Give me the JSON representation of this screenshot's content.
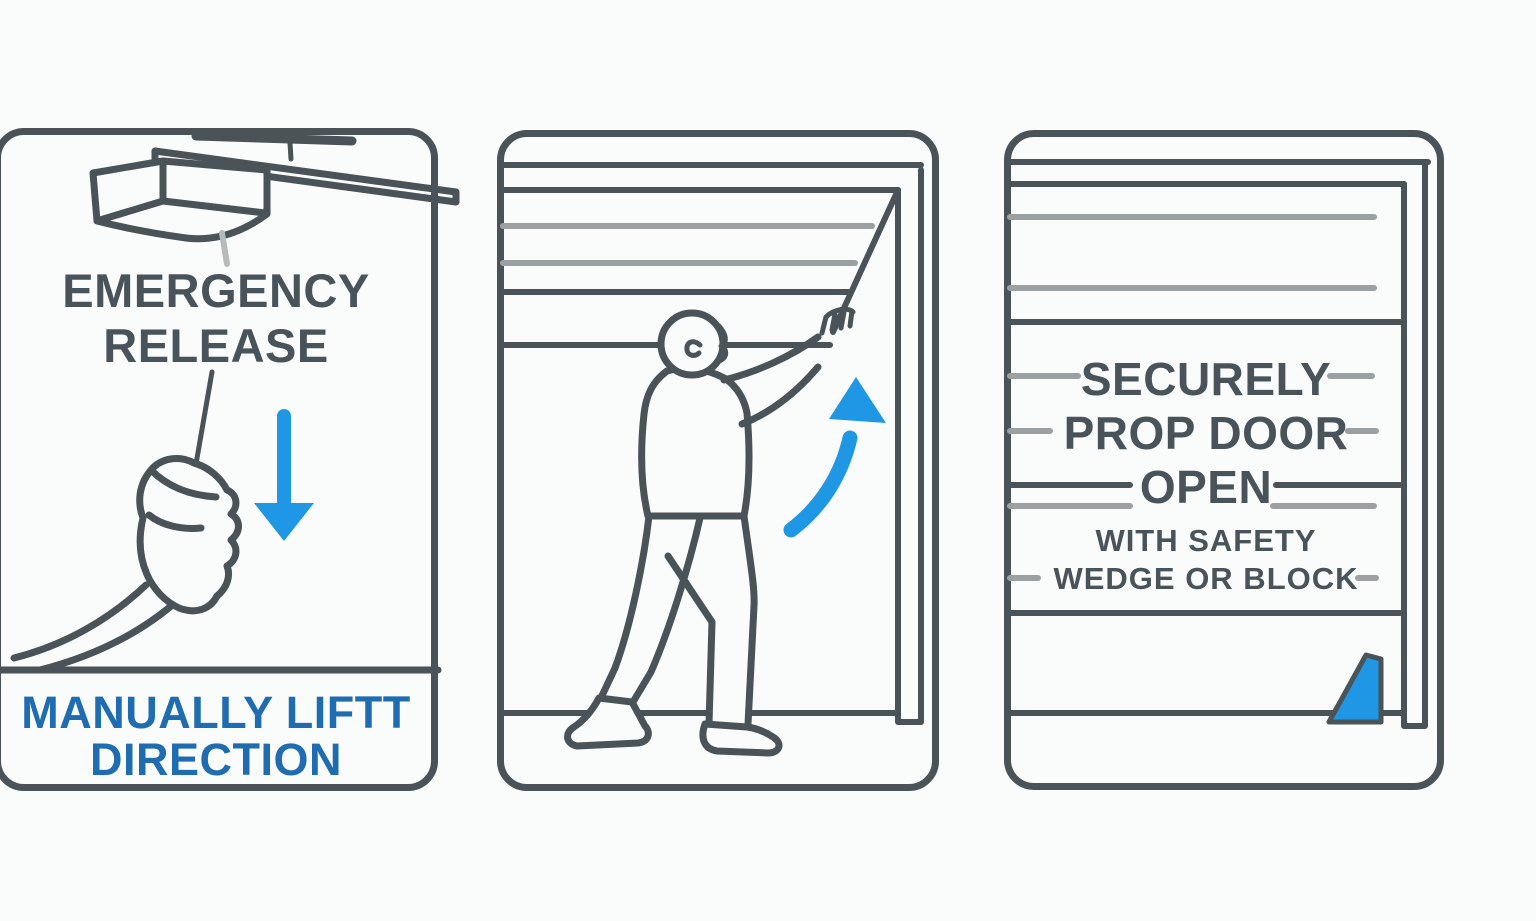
{
  "theme": {
    "background": "#fafbfb",
    "ink": "#4a5358",
    "line_gray": "#9ba0a3",
    "light_gray": "#b6babc",
    "accent_blue": "#2097e4",
    "heading_color": "#49535a",
    "caption_blue": "#1f6cb0"
  },
  "panels": [
    {
      "name": "emergency-release",
      "heading": {
        "line1": "EMERGENCY",
        "line2": "RELEASE"
      },
      "caption": {
        "line1": "MANUALLY LIFTT",
        "line2": "DIRECTION"
      },
      "icons": [
        "garage-door-opener-icon",
        "pull-cord-hand-icon",
        "down-arrow-icon"
      ]
    },
    {
      "name": "manually-lift-door",
      "icons": [
        "garage-door-illustration",
        "person-lifting-door",
        "up-arrow-icon"
      ]
    },
    {
      "name": "securely-prop-door-open",
      "heading": {
        "line1": "SECURELY",
        "line2": "PROP DOOR",
        "line3": "OPEN"
      },
      "subheading": {
        "line1": "WITH SAFETY",
        "line2": "WEDGE OR BLOCK"
      },
      "icons": [
        "garage-door-illustration",
        "safety-wedge-icon"
      ]
    }
  ]
}
